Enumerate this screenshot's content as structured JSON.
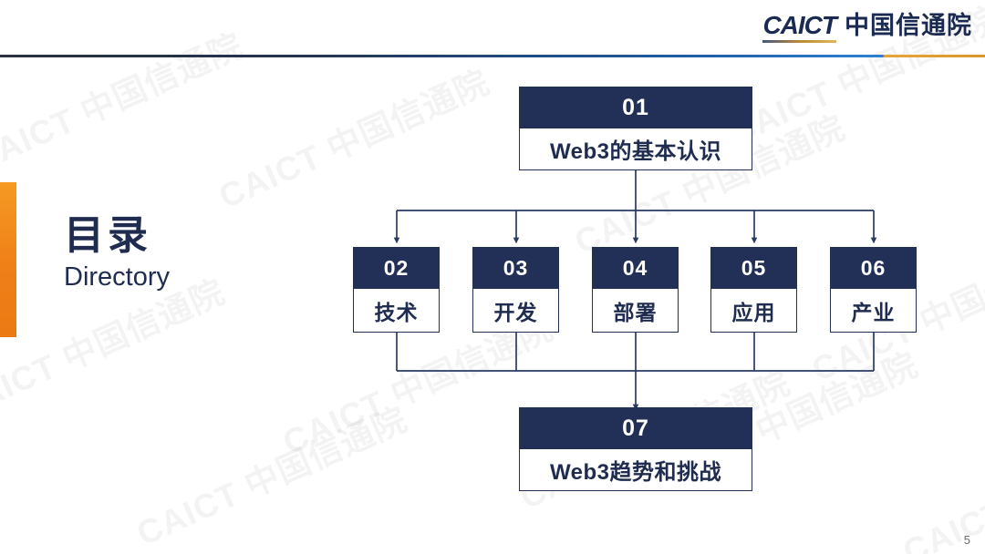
{
  "header": {
    "logo_mark": "CAICT",
    "logo_cn": "中国信通院",
    "logo_icon": "caict-logo-icon"
  },
  "title": {
    "cn": "目录",
    "en": "Directory"
  },
  "watermark": {
    "text": "CAICT 中国信通院"
  },
  "footer": {
    "page_number": "5"
  },
  "colors": {
    "navy": "#222f57",
    "navy_text": "#1f2c4f",
    "orange": "#ef7f18",
    "gold": "#d9962f",
    "rule_blue": "#2f7fd0"
  },
  "diagram": {
    "type": "org-chart",
    "root": {
      "number": "01",
      "label": "Web3的基本认识"
    },
    "branches": [
      {
        "number": "02",
        "label": "技术"
      },
      {
        "number": "03",
        "label": "开发"
      },
      {
        "number": "04",
        "label": "部署"
      },
      {
        "number": "05",
        "label": "应用"
      },
      {
        "number": "06",
        "label": "产业"
      }
    ],
    "leaf": {
      "number": "07",
      "label": "Web3趋势和挑战"
    }
  }
}
